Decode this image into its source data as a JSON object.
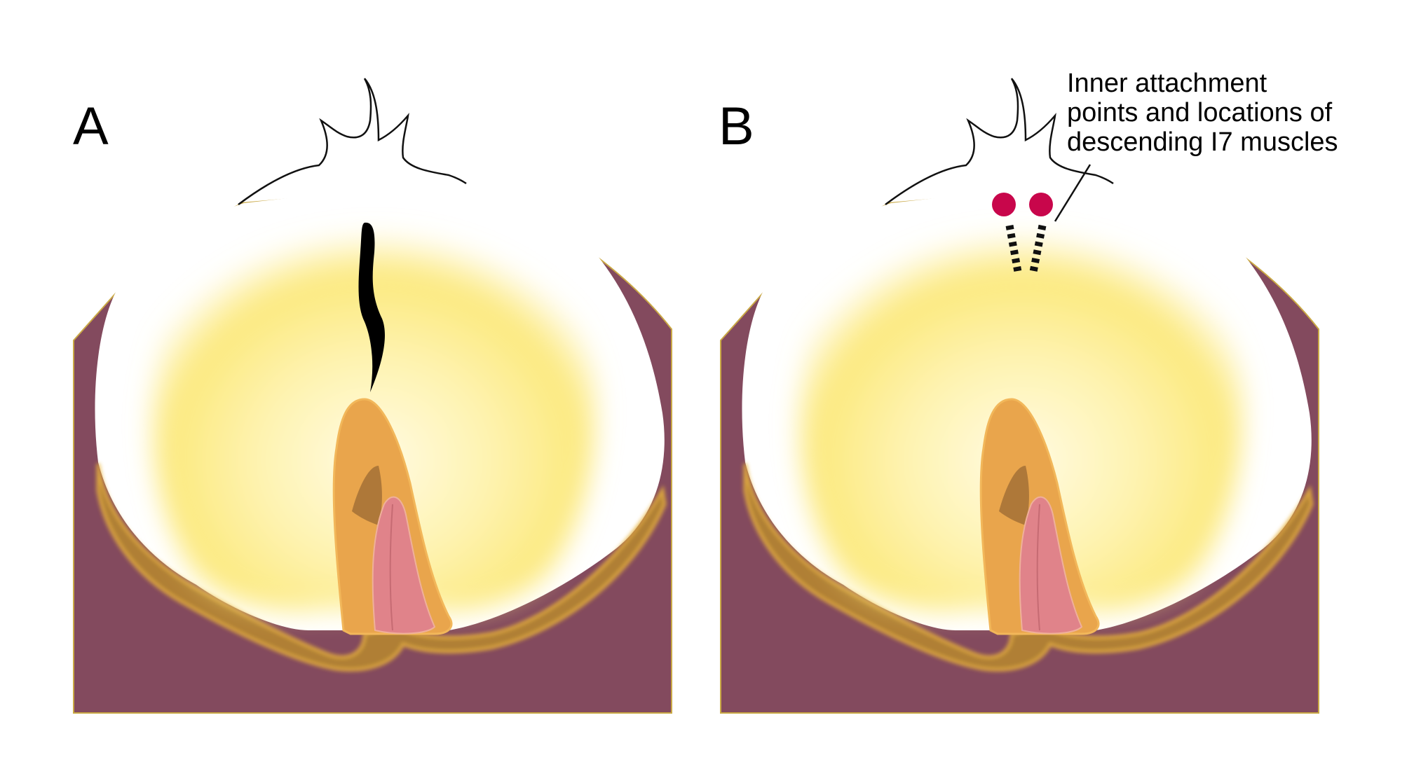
{
  "panels": [
    {
      "id": "A",
      "label": "A"
    },
    {
      "id": "B",
      "label": "B"
    }
  ],
  "annotation": {
    "lines": [
      "Inner attachment",
      "points and locations of",
      "descending I7 muscles"
    ]
  },
  "colors": {
    "outer_body": "#834a5e",
    "outer_body_edge": "#b89a3a",
    "yellow_glow": "#fce97d",
    "yellow_core": "#fffbe4",
    "gold_layer": "#d79d26",
    "orange_column": "#e9a54c",
    "pink_tissue": "#e0838a",
    "dark_fold": "#b27a3a",
    "attachment_dot": "#c8064b",
    "slit": "#000000"
  }
}
